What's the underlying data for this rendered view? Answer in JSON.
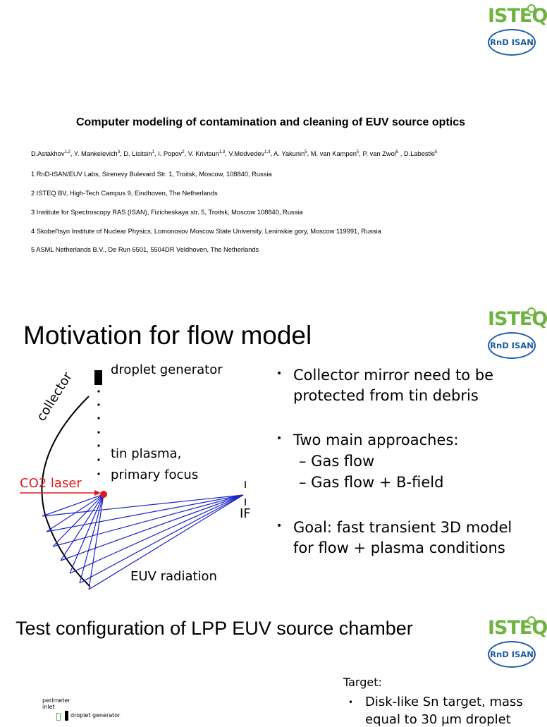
{
  "logo": {
    "top_text": "ISTEQ",
    "bottom_text": "RnD ISAN"
  },
  "slide1": {
    "title": "Computer modeling of contamination and cleaning of EUV source optics",
    "authors": [
      {
        "name": "D.Astakhov",
        "sup": "1,2"
      },
      {
        "name": "Y. Mankelevich",
        "sup": "3"
      },
      {
        "name": "D. Lisitsin",
        "sup": "1"
      },
      {
        "name": "I. Popov",
        "sup": "2"
      },
      {
        "name": "V. Krivtsun",
        "sup": "1,3"
      },
      {
        "name": "V.Medvedev",
        "sup": "1,3"
      },
      {
        "name": "A. Yakunin",
        "sup": "5"
      },
      {
        "name": "M. van Kampen",
        "sup": "5"
      },
      {
        "name": "P. van Zwol",
        "sup": "5"
      },
      {
        "name": "D.Labestki",
        "sup": "5"
      }
    ],
    "affiliations": [
      "1 RnD-ISAN/EUV Labs, Sirenevy Bulevard Str. 1, Troitsk, Moscow, 108840, Russia",
      "2 ISTEQ BV, High-Tech Campus 9, Eindhoven, The Netherlands",
      "3 Institute for Spectroscopy RAS (ISAN), Fizicheskaya str. 5, Troitsk, Moscow 108840, Russia",
      "4 Skobel'tsyn Institute of Nuclear Physics, Lomonosov Moscow State University, Leninskie gory, Moscow 119991, Russia",
      "5 ASML Netherlands B.V., De Run 6501, 5504DR Veldhoven, The Netherlands"
    ]
  },
  "slide2": {
    "title": "Motivation for flow model",
    "diagram": {
      "droplet_generator": "droplet generator",
      "collector": "collector",
      "tin_plasma_1": "tin plasma,",
      "tin_plasma_2": "primary focus",
      "co2_laser": "CO2 laser",
      "if_label": "IF",
      "euv_radiation": "EUV radiation"
    },
    "bullets": [
      {
        "dot": "•",
        "lines": [
          "Collector mirror need to be",
          "protected from tin debris"
        ]
      },
      {
        "dot": "•",
        "lines": [
          "Two main approaches:"
        ]
      },
      {
        "dot": "•",
        "lines": [
          "Goal: fast transient 3D model",
          "for flow + plasma conditions"
        ]
      }
    ],
    "sub_items": [
      "–  Gas flow",
      "–  Gas flow + B-field"
    ]
  },
  "slide3": {
    "title": "Test configuration of LPP EUV source chamber",
    "perimeter_inlet_1": "perimeter",
    "perimeter_inlet_2": "inlet",
    "droplet_generator": "droplet generator",
    "target_label": "Target:",
    "bullet_dot": "•",
    "bullet_line1": "Disk-like Sn target, mass",
    "bullet_line2": "equal to 30 µm droplet"
  }
}
